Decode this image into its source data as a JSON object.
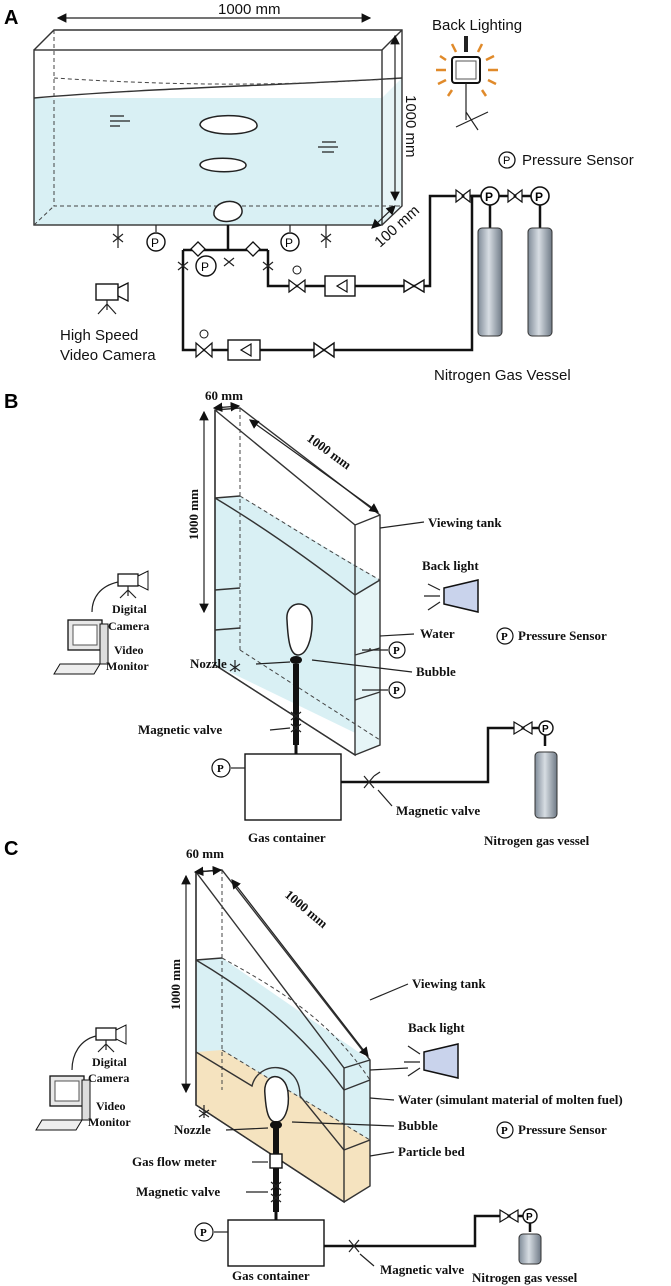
{
  "colors": {
    "water": "#d9f0f4",
    "water_side": "#e6f5f7",
    "particle_bed": "#f5e3bf",
    "cylinder": "#9aa6b4",
    "backlight": "#c9d3ec",
    "rays": "#e08a2a"
  },
  "panel_a": {
    "letter": "A",
    "width_label": "1000 mm",
    "height_label": "1000 mm",
    "depth_label": "100 mm",
    "back_lighting": "Back Lighting",
    "pressure_sensor": "Pressure Sensor",
    "p_symbol": "P",
    "camera_line1": "High Speed",
    "camera_line2": "Video Camera",
    "vessel_label": "Nitrogen Gas Vessel"
  },
  "panel_b": {
    "letter": "B",
    "depth_label": "60 mm",
    "width_label": "1000 mm",
    "height_label": "1000 mm",
    "viewing_tank": "Viewing tank",
    "back_light": "Back light",
    "water": "Water",
    "pressure_sensor": "Pressure Sensor",
    "bubble": "Bubble",
    "nozzle": "Nozzle",
    "magnetic_valve_upper": "Magnetic valve",
    "magnetic_valve_lower": "Magnetic valve",
    "digital_camera_1": "Digital",
    "digital_camera_2": "Camera",
    "video_monitor_1": "Video",
    "video_monitor_2": "Monitor",
    "gas_container": "Gas container",
    "vessel": "Nitrogen gas vessel",
    "p_symbol": "P"
  },
  "panel_c": {
    "letter": "C",
    "depth_label": "60 mm",
    "width_label": "1000 mm",
    "height_label": "1000 mm",
    "viewing_tank": "Viewing tank",
    "back_light": "Back light",
    "water": "Water (simulant material of molten fuel)",
    "bubble": "Bubble",
    "pressure_sensor": "Pressure Sensor",
    "particle_bed": "Particle bed",
    "nozzle": "Nozzle",
    "gas_flow_meter": "Gas flow meter",
    "magnetic_valve_upper": "Magnetic valve",
    "magnetic_valve_lower": "Magnetic valve",
    "digital_camera_1": "Digital",
    "digital_camera_2": "Camera",
    "video_monitor_1": "Video",
    "video_monitor_2": "Monitor",
    "gas_container": "Gas container",
    "vessel": "Nitrogen gas vessel",
    "p_symbol": "P"
  }
}
